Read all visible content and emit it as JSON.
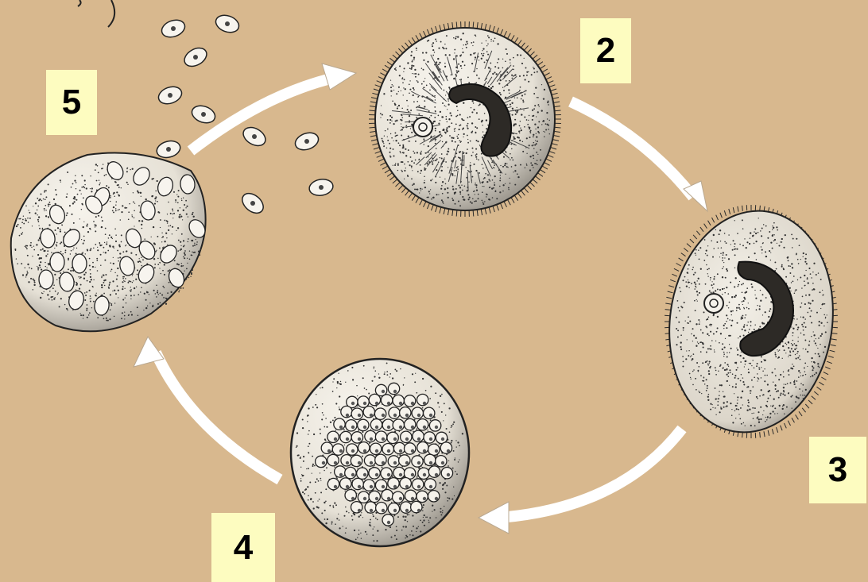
{
  "labels": {
    "stage_5": "5",
    "stage_2": "2",
    "stage_3": "3",
    "stage_4": "4"
  },
  "colors": {
    "background": "#d8b88e",
    "label_box": "#fdfcc0",
    "arrow_fill": "#ffffff",
    "ink": "#1a1a1a",
    "cell_fill": "#f4f1ea"
  },
  "stages": [
    {
      "id": "stage-2",
      "depiction": "ciliated-trophont-with-horseshoe-nucleus"
    },
    {
      "id": "stage-3",
      "depiction": "encysted-trophont"
    },
    {
      "id": "stage-4",
      "depiction": "dividing-cyst-with-many-tomites"
    },
    {
      "id": "stage-5",
      "depiction": "rupturing-cyst-releasing-theronts"
    }
  ]
}
